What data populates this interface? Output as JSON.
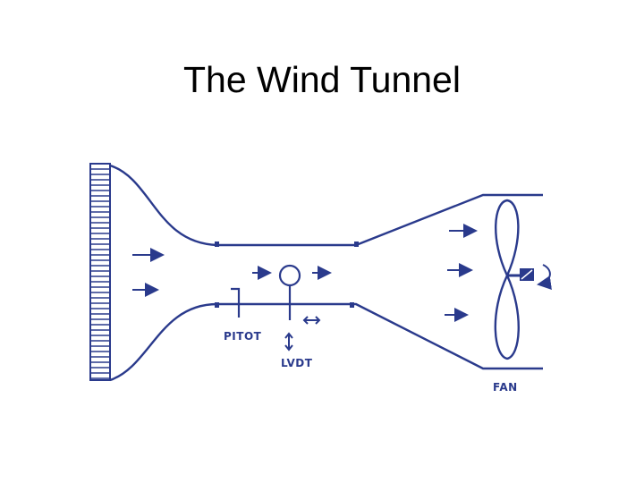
{
  "title": "The Wind Tunnel",
  "labels": {
    "pitot": "PITOT",
    "lvdt": "LVDT",
    "fan": "FAN"
  },
  "colors": {
    "ink": "#2a3a8c",
    "title": "#000000",
    "background": "#ffffff"
  }
}
